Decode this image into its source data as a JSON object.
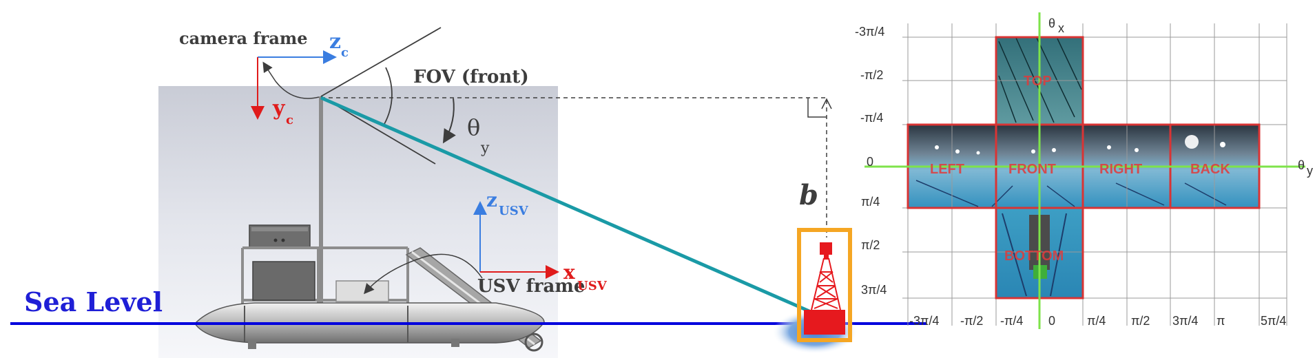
{
  "labels": {
    "sea_level": "Sea Level",
    "camera_frame": "camera frame",
    "fov": "FOV (front)",
    "usv_frame": "USV frame",
    "b": "b",
    "theta": "θ",
    "theta_sub": "y",
    "zc": "z",
    "zc_sub": "c",
    "yc": "y",
    "yc_sub": "c",
    "zusv": "z",
    "zusv_sub": "USV",
    "xusv": "x",
    "xusv_sub": "USV"
  },
  "grid": {
    "theta_x_axis": "θ",
    "theta_x_sub": "x",
    "theta_y_axis": "θ",
    "theta_y_sub": "y",
    "row_labels": [
      "-3π/4",
      "-π/2",
      "-π/4",
      "0",
      "π/4",
      "π/2",
      "3π/4"
    ],
    "col_labels": [
      "-3π/4",
      "-π/2",
      "-π/4",
      "0",
      "π/4",
      "π/2",
      "3π/4",
      "π",
      "5π/4"
    ],
    "faces": [
      "TOP",
      "LEFT",
      "FRONT",
      "RIGHT",
      "BACK",
      "BOTTOM"
    ]
  },
  "colors": {
    "sea_line": "#0000dd",
    "sea_text": "#1f1fd6",
    "camera_ray": "#1a9aa6",
    "axis_red": "#e01b1b",
    "axis_blue": "#3a7de0",
    "buoy_frame": "#f5a623",
    "buoy_red": "#e6191e",
    "green_axis": "#7ee34a",
    "face_border": "#d93434",
    "pool_water": "#3fa3c9",
    "pool_wall": "#55606a"
  }
}
